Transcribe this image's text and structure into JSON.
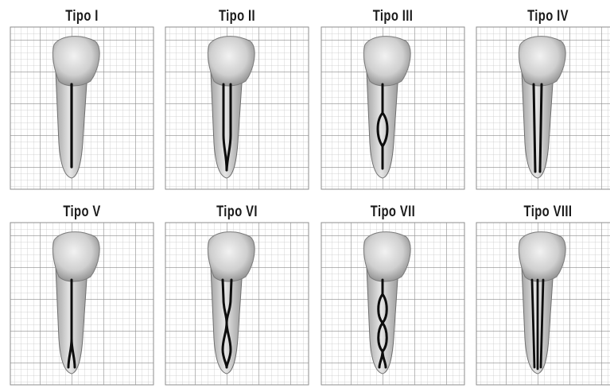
{
  "panels": [
    {
      "label": "Tipo I"
    },
    {
      "label": "Tipo II"
    },
    {
      "label": "Tipo III"
    },
    {
      "label": "Tipo IV"
    },
    {
      "label": "Tipo V"
    },
    {
      "label": "Tipo VI"
    },
    {
      "label": "Tipo VII"
    },
    {
      "label": "Tipo VIII"
    }
  ],
  "colors": {
    "grid_fine": "#c9c9c9",
    "grid_major": "#8c8c8c",
    "tooth_light": "#ececec",
    "tooth_mid": "#bdbdbd",
    "tooth_dark": "#8a8a8a",
    "canal": "#0d0d0d",
    "label": "#1a1a1a"
  }
}
